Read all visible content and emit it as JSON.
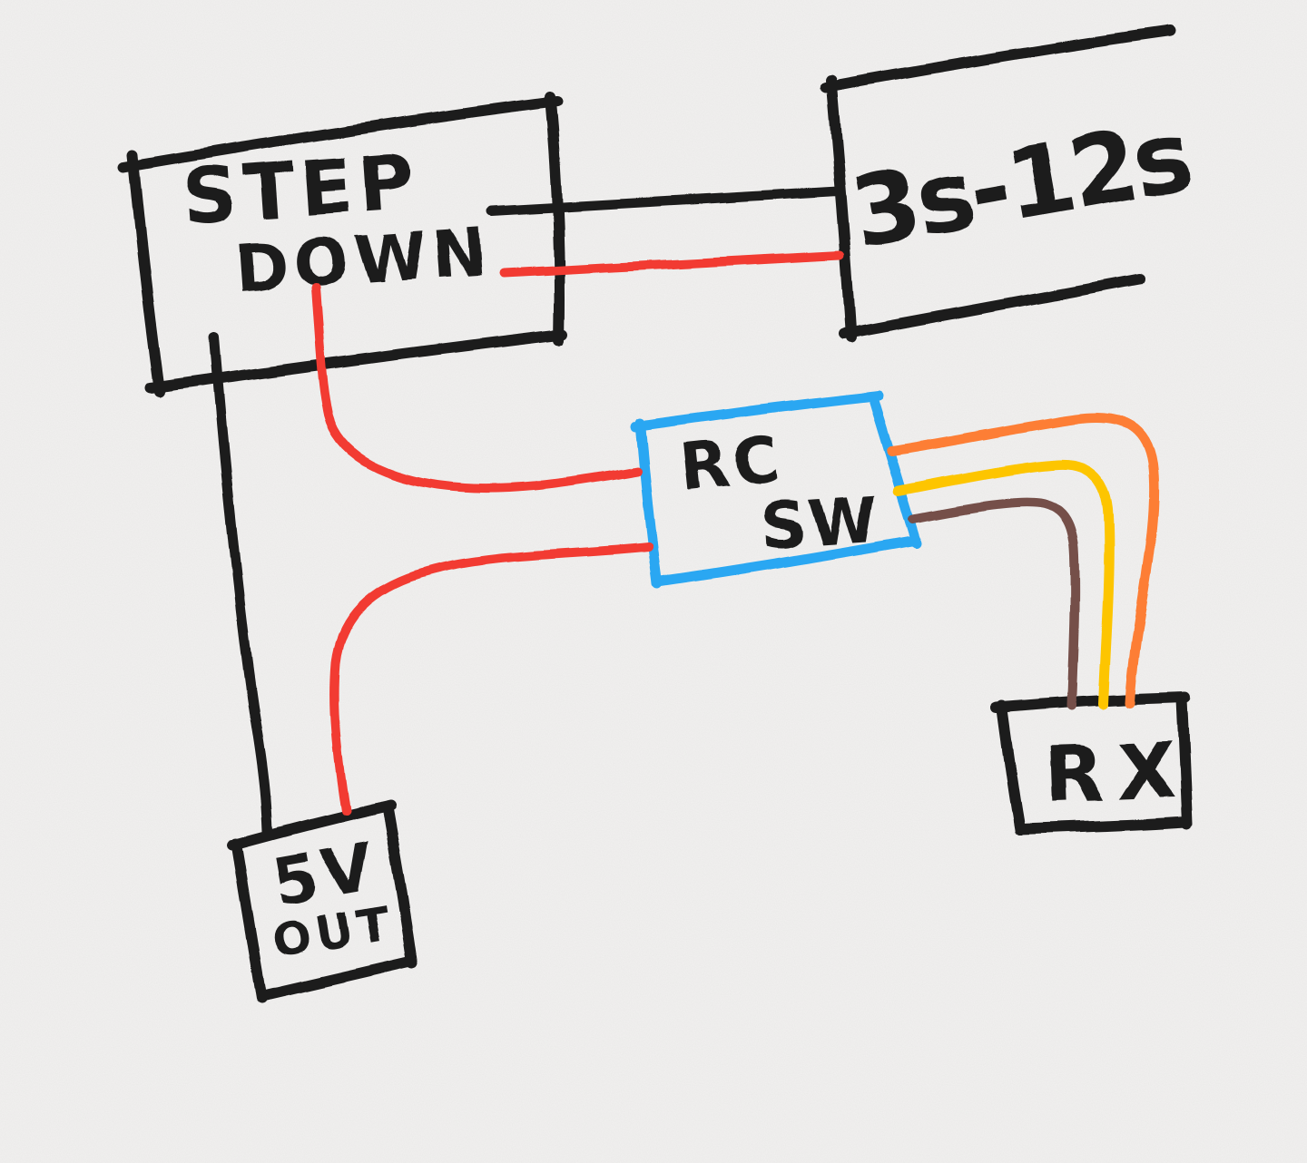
{
  "diagram": {
    "kind": "hand-drawn wiring diagram",
    "nodes": {
      "step_down": {
        "line1": "STEP",
        "line2": "DOWN"
      },
      "battery": {
        "label": "3s-12s"
      },
      "rc_switch": {
        "line1": "RC",
        "line2": "SW"
      },
      "receiver": {
        "label": "RX"
      },
      "five_v_out": {
        "line1": "5V",
        "line2": "OUT"
      }
    },
    "wires": [
      {
        "from": "step_down",
        "to": "battery",
        "color": "black"
      },
      {
        "from": "step_down",
        "to": "battery",
        "color": "red"
      },
      {
        "from": "step_down",
        "to": "rc_switch",
        "color": "red"
      },
      {
        "from": "rc_switch",
        "to": "five_v_out",
        "color": "red"
      },
      {
        "from": "step_down",
        "to": "five_v_out",
        "color": "black"
      },
      {
        "from": "rc_switch",
        "to": "receiver",
        "color": "orange"
      },
      {
        "from": "rc_switch",
        "to": "receiver",
        "color": "yellow"
      },
      {
        "from": "rc_switch",
        "to": "receiver",
        "color": "brown"
      }
    ]
  },
  "colors": {
    "background": "#f2f1f0",
    "ink": "#1c1c1c",
    "red": "#f23a30",
    "blue": "#2aa7f2",
    "orange": "#fd7e35",
    "yellow": "#fdc500",
    "brown": "#74504a"
  }
}
